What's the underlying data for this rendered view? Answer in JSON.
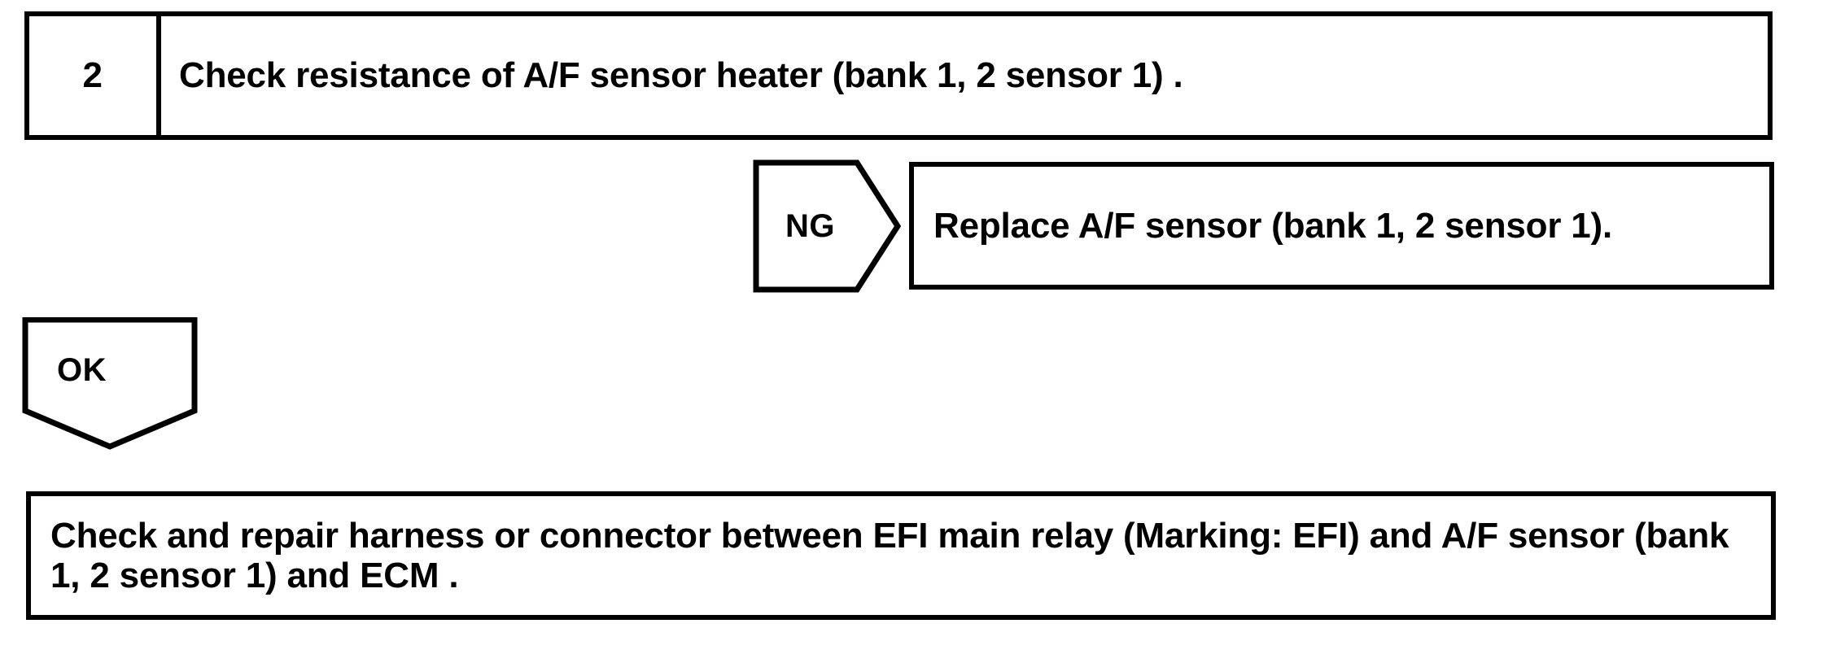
{
  "flowchart": {
    "step": {
      "number": "2",
      "instruction": "Check resistance of A/F sensor heater (bank 1, 2 sensor 1) ."
    },
    "branches": [
      {
        "judgement": "NG",
        "direction": "right",
        "result": "Replace A/F sensor (bank 1, 2 sensor 1)."
      },
      {
        "judgement": "OK",
        "direction": "down",
        "result": "Check and repair harness or connector between EFI main relay (Marking: EFI) and A/F sensor (bank 1, 2 sensor 1) and ECM ."
      }
    ],
    "colors": {
      "line": "#000000",
      "background": "#ffffff",
      "text": "#000000"
    }
  }
}
